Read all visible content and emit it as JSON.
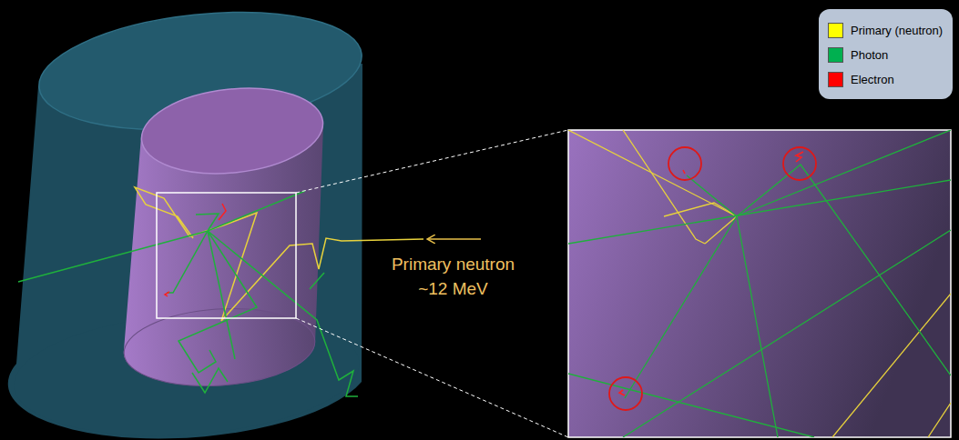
{
  "diagram": {
    "labels": [
      "Primary neutron ~12 MeV"
    ],
    "legend": [
      {
        "text": "Primary (neutron)",
        "color": "#ffff00"
      },
      {
        "text": "Photon",
        "color": "#00b050"
      },
      {
        "text": "Electron",
        "color": "#ff0000"
      }
    ]
  }
}
